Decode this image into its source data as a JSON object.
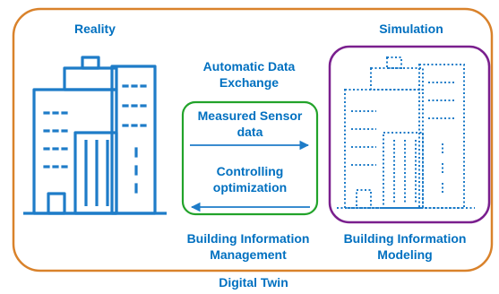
{
  "labels": {
    "reality": "Reality",
    "simulation": "Simulation",
    "automatic_line1": "Automatic Data",
    "automatic_line2": "Exchange",
    "sensor_line1": "Measured Sensor",
    "sensor_line2": "data",
    "controlling_line1": "Controlling",
    "controlling_line2": "optimization",
    "bim_mgmt_line1": "Building Information",
    "bim_mgmt_line2": "Management",
    "bim_model_line1": "Building Information",
    "bim_model_line2": "Modeling",
    "digital_twin": "Digital Twin"
  },
  "icons": {
    "reality": "building-icon",
    "simulation": "dotted-building-icon",
    "arrow_right": "arrow-right-icon",
    "arrow_left": "arrow-left-icon"
  },
  "colors": {
    "text": "#0070C0",
    "outer_frame": "#D9822B",
    "exchange_box": "#22A32A",
    "simulation_box": "#7A1F8E",
    "icon": "#1E7CC8"
  }
}
